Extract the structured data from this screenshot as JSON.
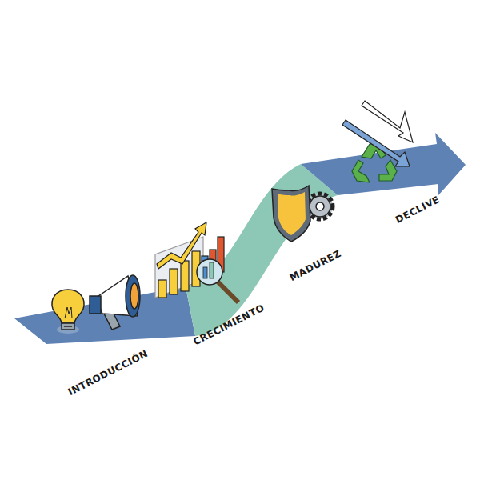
{
  "diagram": {
    "labels": [
      "INTRODUCCIÓN",
      "CRECIMIENTO",
      "MADUREZ",
      "DECLIVE"
    ]
  }
}
